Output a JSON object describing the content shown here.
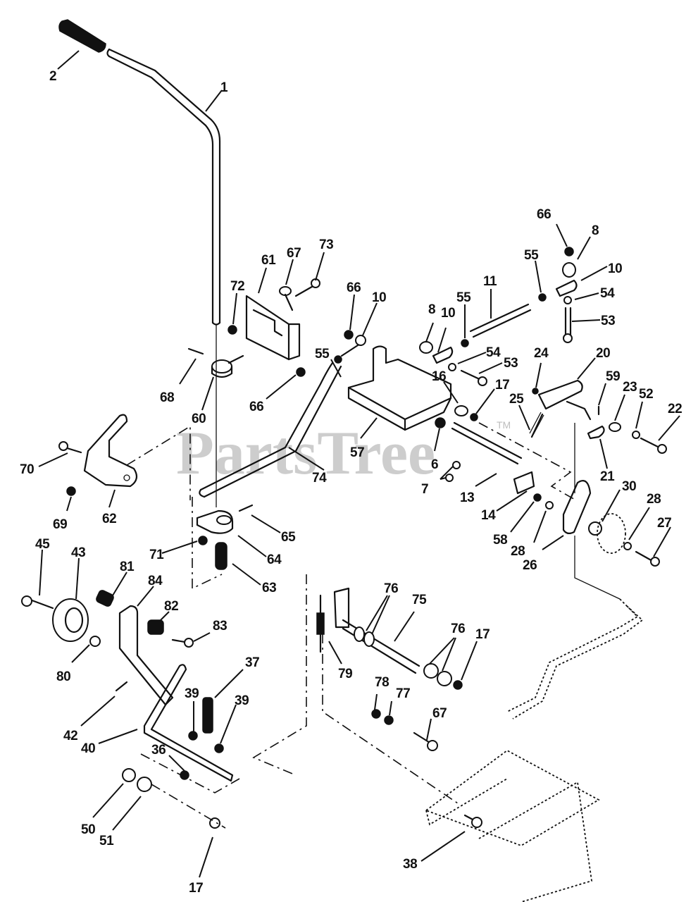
{
  "diagram": {
    "title": "Traction Drive Linkage Parts Diagram",
    "watermark": "PartsTree",
    "watermark_tm": "TM",
    "labels": [
      {
        "id": "l2",
        "text": "2"
      },
      {
        "id": "l1",
        "text": "1"
      },
      {
        "id": "l66a",
        "text": "66"
      },
      {
        "id": "l8a",
        "text": "8"
      },
      {
        "id": "l10a",
        "text": "10"
      },
      {
        "id": "l55a",
        "text": "55"
      },
      {
        "id": "l54a",
        "text": "54"
      },
      {
        "id": "l53a",
        "text": "53"
      },
      {
        "id": "l11",
        "text": "11"
      },
      {
        "id": "l67a",
        "text": "67"
      },
      {
        "id": "l73",
        "text": "73"
      },
      {
        "id": "l61",
        "text": "61"
      },
      {
        "id": "l72",
        "text": "72"
      },
      {
        "id": "l66b",
        "text": "66"
      },
      {
        "id": "l10b",
        "text": "10"
      },
      {
        "id": "l8b",
        "text": "8"
      },
      {
        "id": "l10c",
        "text": "10"
      },
      {
        "id": "l55b",
        "text": "55"
      },
      {
        "id": "l54b",
        "text": "54"
      },
      {
        "id": "l53b",
        "text": "53"
      },
      {
        "id": "l55c",
        "text": "55"
      },
      {
        "id": "l24",
        "text": "24"
      },
      {
        "id": "l20",
        "text": "20"
      },
      {
        "id": "l16",
        "text": "16"
      },
      {
        "id": "l17a",
        "text": "17"
      },
      {
        "id": "l25",
        "text": "25"
      },
      {
        "id": "l59",
        "text": "59"
      },
      {
        "id": "l23",
        "text": "23"
      },
      {
        "id": "l52",
        "text": "52"
      },
      {
        "id": "l22",
        "text": "22"
      },
      {
        "id": "l68",
        "text": "68"
      },
      {
        "id": "l60",
        "text": "60"
      },
      {
        "id": "l66c",
        "text": "66"
      },
      {
        "id": "l57",
        "text": "57"
      },
      {
        "id": "l6",
        "text": "6"
      },
      {
        "id": "l21",
        "text": "21"
      },
      {
        "id": "l70",
        "text": "70"
      },
      {
        "id": "l74",
        "text": "74"
      },
      {
        "id": "l7",
        "text": "7"
      },
      {
        "id": "l13",
        "text": "13"
      },
      {
        "id": "l30",
        "text": "30"
      },
      {
        "id": "l28a",
        "text": "28"
      },
      {
        "id": "l69",
        "text": "69"
      },
      {
        "id": "l62",
        "text": "62"
      },
      {
        "id": "l14",
        "text": "14"
      },
      {
        "id": "l58",
        "text": "58"
      },
      {
        "id": "l28b",
        "text": "28"
      },
      {
        "id": "l27",
        "text": "27"
      },
      {
        "id": "l26",
        "text": "26"
      },
      {
        "id": "l65",
        "text": "65"
      },
      {
        "id": "l71",
        "text": "71"
      },
      {
        "id": "l64",
        "text": "64"
      },
      {
        "id": "l45",
        "text": "45"
      },
      {
        "id": "l43",
        "text": "43"
      },
      {
        "id": "l81",
        "text": "81"
      },
      {
        "id": "l84",
        "text": "84"
      },
      {
        "id": "l63",
        "text": "63"
      },
      {
        "id": "l82",
        "text": "82"
      },
      {
        "id": "l83",
        "text": "83"
      },
      {
        "id": "l76a",
        "text": "76"
      },
      {
        "id": "l75",
        "text": "75"
      },
      {
        "id": "l80",
        "text": "80"
      },
      {
        "id": "l79",
        "text": "79"
      },
      {
        "id": "l76b",
        "text": "76"
      },
      {
        "id": "l17b",
        "text": "17"
      },
      {
        "id": "l37",
        "text": "37"
      },
      {
        "id": "l39a",
        "text": "39"
      },
      {
        "id": "l39b",
        "text": "39"
      },
      {
        "id": "l42",
        "text": "42"
      },
      {
        "id": "l78",
        "text": "78"
      },
      {
        "id": "l77",
        "text": "77"
      },
      {
        "id": "l67b",
        "text": "67"
      },
      {
        "id": "l40",
        "text": "40"
      },
      {
        "id": "l36",
        "text": "36"
      },
      {
        "id": "l50",
        "text": "50"
      },
      {
        "id": "l51",
        "text": "51"
      },
      {
        "id": "l38",
        "text": "38"
      },
      {
        "id": "l17c",
        "text": "17"
      }
    ]
  }
}
